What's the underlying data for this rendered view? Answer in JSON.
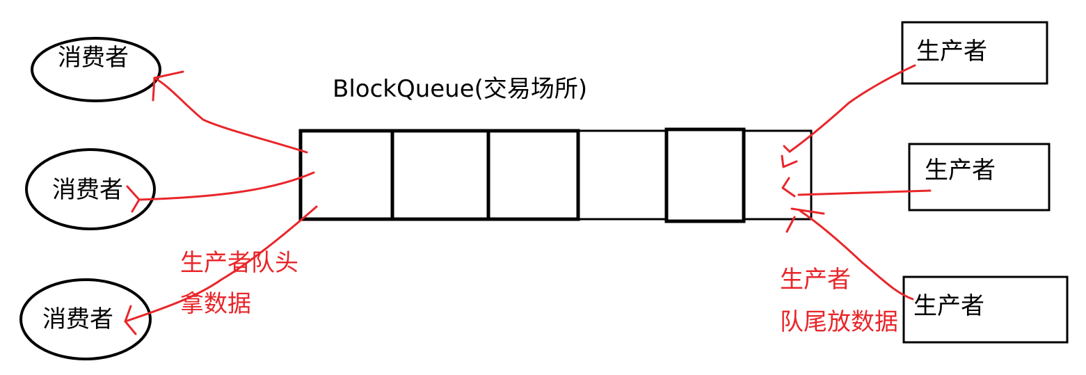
{
  "title": "BlockQueue(交易场所)",
  "consumers": [
    {
      "label": "消费者"
    },
    {
      "label": "消费者"
    },
    {
      "label": "消费者"
    }
  ],
  "producers": [
    {
      "label": "生产者"
    },
    {
      "label": "生产者"
    },
    {
      "label": "生产者"
    }
  ],
  "queue": {
    "slot_count": 6
  },
  "annotations": {
    "head_line1": "生产者队头",
    "head_line2": "拿数据",
    "tail_line1": "生产者",
    "tail_line2": "队尾放数据"
  },
  "colors": {
    "ink": "#000000",
    "annotation": "#e8262a",
    "background": "#ffffff"
  }
}
